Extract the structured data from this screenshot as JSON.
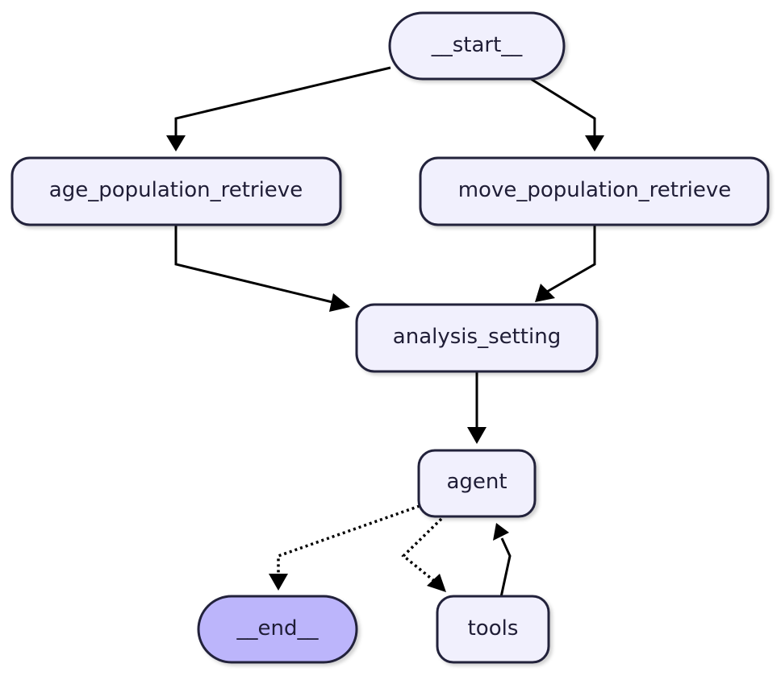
{
  "nodes": {
    "start": {
      "label": "__start__"
    },
    "age_population_retrieve": {
      "label": "age_population_retrieve"
    },
    "move_population_retrieve": {
      "label": "move_population_retrieve"
    },
    "analysis_setting": {
      "label": "analysis_setting"
    },
    "agent": {
      "label": "agent"
    },
    "end": {
      "label": "__end__"
    },
    "tools": {
      "label": "tools"
    }
  },
  "edges": [
    {
      "from": "__start__",
      "to": "age_population_retrieve",
      "style": "solid"
    },
    {
      "from": "__start__",
      "to": "move_population_retrieve",
      "style": "solid"
    },
    {
      "from": "age_population_retrieve",
      "to": "analysis_setting",
      "style": "solid"
    },
    {
      "from": "move_population_retrieve",
      "to": "analysis_setting",
      "style": "solid"
    },
    {
      "from": "analysis_setting",
      "to": "agent",
      "style": "solid"
    },
    {
      "from": "agent",
      "to": "__end__",
      "style": "dotted"
    },
    {
      "from": "agent",
      "to": "tools",
      "style": "dotted"
    },
    {
      "from": "tools",
      "to": "agent",
      "style": "solid"
    }
  ],
  "colors": {
    "node_fill": "#f1f0fd",
    "end_node_fill": "#bcb5fb",
    "node_stroke": "#22203a",
    "edge": "#000000"
  }
}
